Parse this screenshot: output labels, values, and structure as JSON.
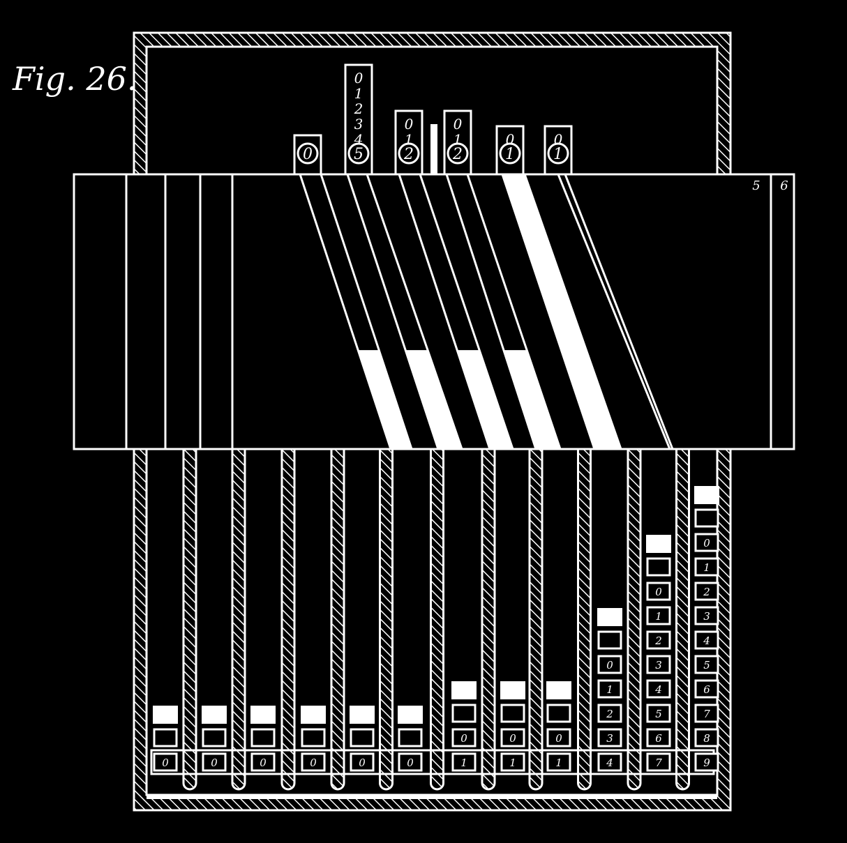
{
  "figure": {
    "caption": "Fig. 26.",
    "plate_labels": [
      "5",
      "6"
    ]
  },
  "top_rods": [
    {
      "digits": [],
      "circled": "0"
    },
    {
      "digits": [
        "0",
        "1",
        "2",
        "3",
        "4"
      ],
      "circled": "5"
    },
    {
      "digits": [
        "0",
        "1"
      ],
      "circled": "2"
    },
    {
      "digits": [
        "0",
        "1"
      ],
      "circled": "2"
    },
    {
      "digits": [
        "0"
      ],
      "circled": "1"
    },
    {
      "digits": [
        "0"
      ],
      "circled": "1"
    }
  ],
  "columns": [
    {
      "labels": [
        "0"
      ]
    },
    {
      "labels": [
        "0"
      ]
    },
    {
      "labels": [
        "0"
      ]
    },
    {
      "labels": [
        "0"
      ]
    },
    {
      "labels": [
        "0"
      ]
    },
    {
      "labels": [
        "0"
      ]
    },
    {
      "labels": [
        "0",
        "1"
      ]
    },
    {
      "labels": [
        "0",
        "1"
      ]
    },
    {
      "labels": [
        "0",
        "1"
      ]
    },
    {
      "labels": [
        "0",
        "1",
        "2",
        "3",
        "4"
      ]
    },
    {
      "labels": [
        "0",
        "1",
        "2",
        "3",
        "4",
        "5",
        "6",
        "7"
      ]
    },
    {
      "labels": [
        "0",
        "1",
        "2",
        "3",
        "4",
        "5",
        "6",
        "7",
        "8",
        "9"
      ]
    }
  ]
}
